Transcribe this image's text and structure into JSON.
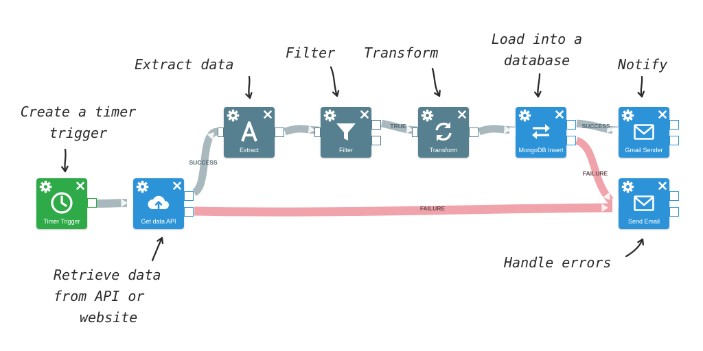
{
  "colors": {
    "green": "#2faa48",
    "blue": "#2d93d8",
    "slate": "#56808f",
    "success_link": "#a9b8bd",
    "failure_link": "#f0a3aa",
    "arrow": "#2a2a2a"
  },
  "nodes": [
    {
      "id": "timer",
      "label": "Timer Trigger",
      "icon": "clock-icon",
      "color": "green",
      "outputs": 1
    },
    {
      "id": "api",
      "label": "Get data API",
      "icon": "cloud-upload-icon",
      "color": "blue",
      "outputs": 2
    },
    {
      "id": "extract",
      "label": "Extract",
      "icon": "letter-a-icon",
      "color": "slate",
      "outputs": 1
    },
    {
      "id": "filter",
      "label": "Filter",
      "icon": "funnel-icon",
      "color": "slate",
      "outputs": 2
    },
    {
      "id": "transform",
      "label": "Transform",
      "icon": "refresh-icon",
      "color": "slate",
      "outputs": 1
    },
    {
      "id": "mongo",
      "label": "MongoDB Insert",
      "icon": "swap-arrows-icon",
      "color": "blue",
      "outputs": 2
    },
    {
      "id": "gmail",
      "label": "Gmail Sender",
      "icon": "envelope-icon",
      "color": "blue",
      "outputs": 2
    },
    {
      "id": "email",
      "label": "Send Email",
      "icon": "envelope-icon",
      "color": "blue",
      "outputs": 2
    }
  ],
  "links": [
    {
      "from": "timer",
      "to": "api",
      "label": "",
      "kind": "success"
    },
    {
      "from": "api",
      "to": "extract",
      "label": "SUCCESS",
      "kind": "success"
    },
    {
      "from": "api",
      "to": "email",
      "label": "FAILURE",
      "kind": "failure"
    },
    {
      "from": "extract",
      "to": "filter",
      "label": "",
      "kind": "success"
    },
    {
      "from": "filter",
      "to": "transform",
      "label": "TRUE",
      "kind": "success"
    },
    {
      "from": "transform",
      "to": "mongo",
      "label": "",
      "kind": "success"
    },
    {
      "from": "mongo",
      "to": "gmail",
      "label": "SUCCESS",
      "kind": "success"
    },
    {
      "from": "mongo",
      "to": "email",
      "label": "FAILURE",
      "kind": "failure"
    }
  ],
  "annotations": {
    "create_timer": [
      "Create a timer",
      "trigger"
    ],
    "extract": [
      "Extract data"
    ],
    "filter": [
      "Filter"
    ],
    "transform": [
      "Transform"
    ],
    "load": [
      "Load into a",
      "database"
    ],
    "notify": [
      "Notify"
    ],
    "retrieve": [
      "Retrieve data",
      "from API or",
      "website"
    ],
    "errors": [
      "Handle errors"
    ]
  }
}
